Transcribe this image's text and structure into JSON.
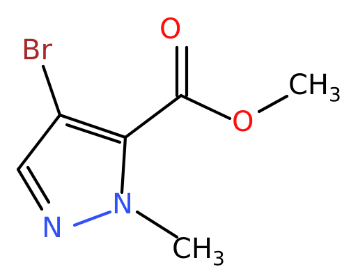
{
  "molecule": {
    "atoms": {
      "bromine": {
        "label": "Br",
        "color": "#a62929"
      },
      "carbonyl_oxygen": {
        "label": "O",
        "color": "#ff0d0d"
      },
      "ester_oxygen": {
        "label": "O",
        "color": "#ff0d0d"
      },
      "ester_methyl": {
        "label": "CH",
        "subscript": "3",
        "color": "#000000"
      },
      "ring_nitrogen_2": {
        "label": "N",
        "color": "#3050f8"
      },
      "ring_nitrogen_1": {
        "label": "N",
        "color": "#3050f8"
      },
      "n_methyl": {
        "label": "CH",
        "subscript": "3",
        "color": "#000000"
      }
    },
    "bond_color": "#000000"
  }
}
